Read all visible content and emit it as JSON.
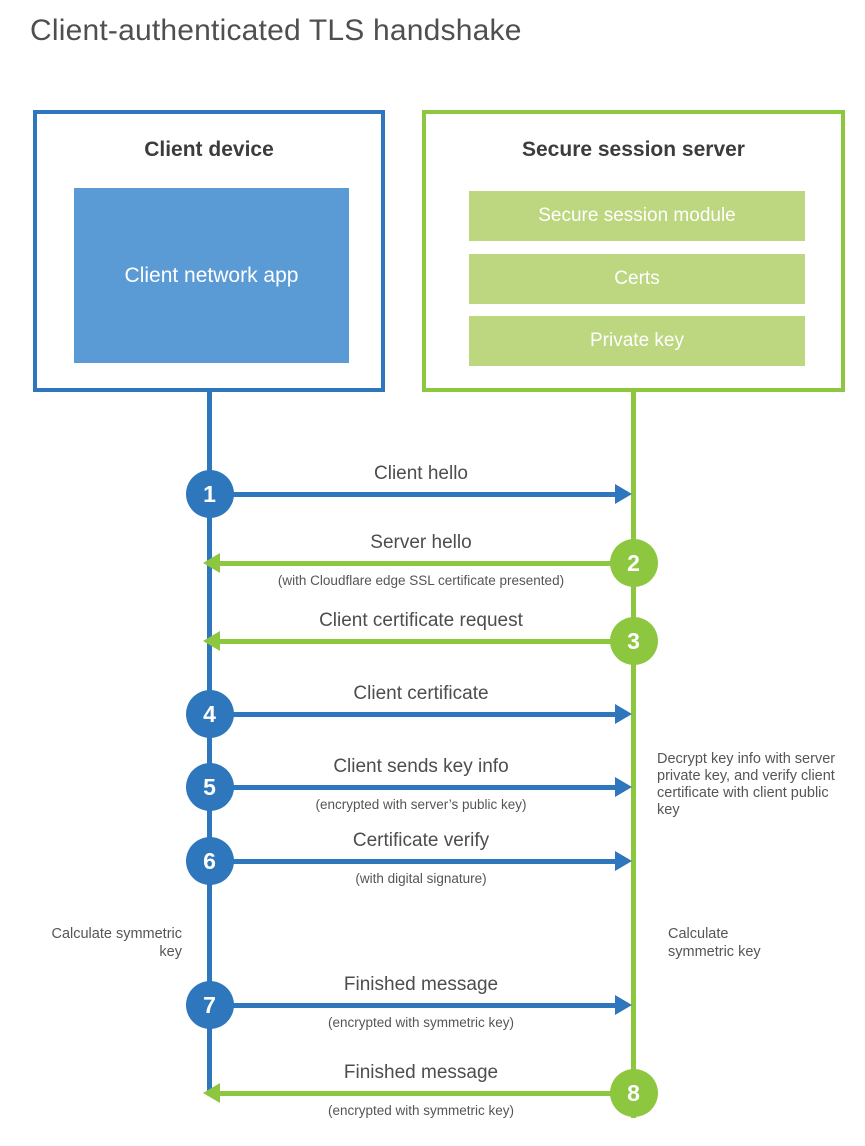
{
  "title": "Client-authenticated TLS handshake",
  "client_box": {
    "title": "Client device",
    "inner_label": "Client network app"
  },
  "server_box": {
    "title": "Secure session server",
    "modules": [
      "Secure session module",
      "Certs",
      "Private key"
    ]
  },
  "steps": [
    {
      "number": "1",
      "label": "Client hello",
      "sublabel": "",
      "direction": "right",
      "color": "blue"
    },
    {
      "number": "2",
      "label": "Server hello",
      "sublabel": "(with Cloudflare edge SSL certificate presented)",
      "direction": "left",
      "color": "green"
    },
    {
      "number": "3",
      "label": "Client certificate request",
      "sublabel": "",
      "direction": "left",
      "color": "green"
    },
    {
      "number": "4",
      "label": "Client certificate",
      "sublabel": "",
      "direction": "right",
      "color": "blue"
    },
    {
      "number": "5",
      "label": "Client sends key info",
      "sublabel": "(encrypted with server’s public key)",
      "direction": "right",
      "color": "blue"
    },
    {
      "number": "6",
      "label": "Certificate verify",
      "sublabel": "(with digital signature)",
      "direction": "right",
      "color": "blue"
    },
    {
      "number": "7",
      "label": "Finished message",
      "sublabel": "(encrypted with symmetric key)",
      "direction": "right",
      "color": "blue"
    },
    {
      "number": "8",
      "label": "Finished message",
      "sublabel": "(encrypted with symmetric key)",
      "direction": "left",
      "color": "green"
    }
  ],
  "notes": {
    "decrypt": "Decrypt key info with server private key, and verify client certificate with client public key",
    "calc_left": "Calculate symmetric key",
    "calc_right": "Calculate symmetric key"
  },
  "colors": {
    "blue": "#2e77bc",
    "blue_fill": "#5b9bd5",
    "green": "#8dc63f",
    "green_fill": "#bcd77f"
  }
}
